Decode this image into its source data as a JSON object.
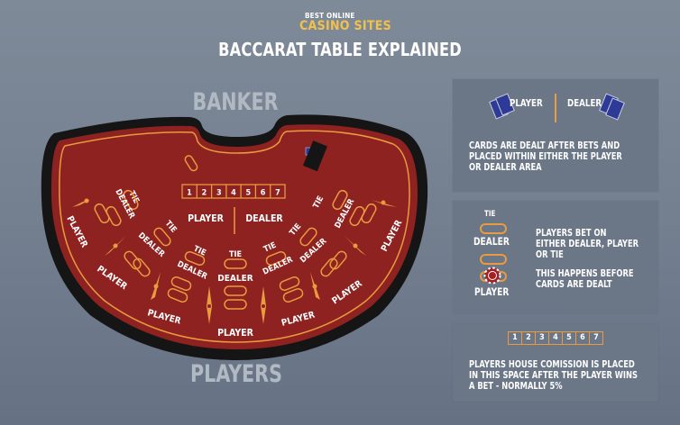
{
  "header": {
    "logo_line1": "BEST ONLINE",
    "logo_line2": "CASINO SITES",
    "title": "BACCARAT TABLE EXPLAINED"
  },
  "table": {
    "banker_label": "BANKER",
    "players_label": "PLAYERS",
    "commission_boxes": [
      "1",
      "2",
      "3",
      "4",
      "5",
      "6",
      "7"
    ],
    "center_player": "PLAYER",
    "center_dealer": "DEALER",
    "seat_tie": "TIE",
    "seat_dealer": "DEALER",
    "seat_player": "PLAYER",
    "seat_count": 7
  },
  "panels": [
    {
      "player_label": "PLAYER",
      "dealer_label": "DEALER",
      "text": [
        "CARDS ARE DEALT AFTER BETS AND",
        "PLACED WITHIN EITHER THE PLAYER",
        "OR DEALER AREA"
      ]
    },
    {
      "tie_label": "TIE",
      "dealer_label": "DEALER",
      "player_label": "PLAYER",
      "text1": [
        "PLAYERS BET ON",
        "EITHER DEALER, PLAYER",
        "OR TIE"
      ],
      "text2": [
        "THIS HAPPENS BEFORE",
        "CARDS ARE DEALT"
      ]
    },
    {
      "boxes": [
        "1",
        "2",
        "3",
        "4",
        "5",
        "6",
        "7"
      ],
      "text": [
        "PLAYERS HOUSE COMISSION IS PLACED",
        "IN THIS SPACE AFTER THE PLAYER WINS",
        "A BET - NORMALLY 5%"
      ]
    }
  ],
  "colors": {
    "felt": "#8e2220",
    "rim": "#151515",
    "accent": "#e89b3f",
    "card_blue": "#2d3a96",
    "logo_gold": "#f2c14a",
    "panel_bg": "#6b7687",
    "muted_label": "#b1b9c3"
  }
}
